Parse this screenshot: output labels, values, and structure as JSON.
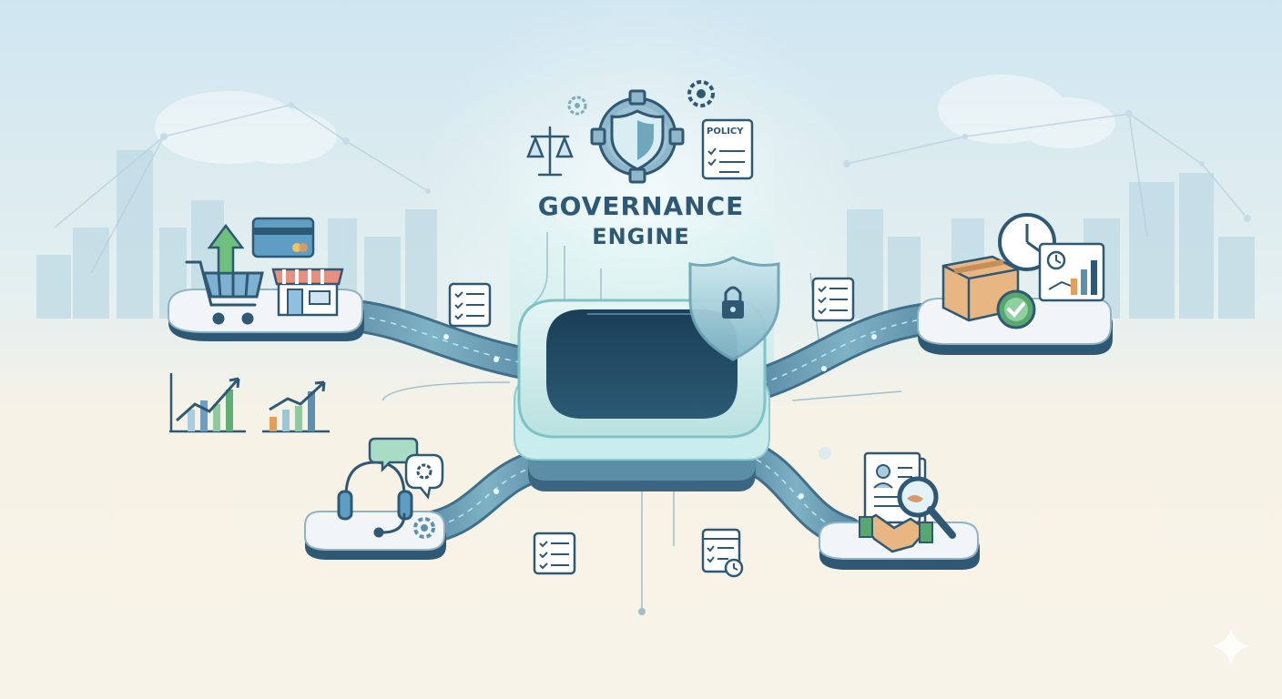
{
  "diagram": {
    "title_line1": "GOVERNANCE",
    "title_line2": "ENGINE",
    "policy_label": "POLICY"
  },
  "colors": {
    "sky_top": "#cfe6f1",
    "sky_bottom": "#f7f2e6",
    "navy": "#2f5874",
    "teal": "#6fb8c2",
    "road": "#5e90ab",
    "core_dark": "#1f4660",
    "platform": "#f1f5f8",
    "green_accent": "#56a86e",
    "orange_accent": "#e59d5a"
  },
  "icons": {
    "center": [
      "scales-icon",
      "gear-shield-icon",
      "small-gear-icon",
      "policy-checklist-icon",
      "lock-shield-icon"
    ],
    "nodes": {
      "commerce": [
        "shopping-cart-icon",
        "up-arrow-icon",
        "credit-card-icon",
        "storefront-icon"
      ],
      "logistics": [
        "clock-icon",
        "package-box-icon",
        "check-badge-icon",
        "report-chart-icon"
      ],
      "support": [
        "headset-icon",
        "chat-bubble-icon",
        "gear-icon"
      ],
      "partners": [
        "profile-document-icon",
        "magnifier-icon",
        "handshake-icon"
      ]
    },
    "extras": [
      "growth-chart-icon",
      "checklist-icon",
      "calendar-checklist-icon"
    ]
  }
}
